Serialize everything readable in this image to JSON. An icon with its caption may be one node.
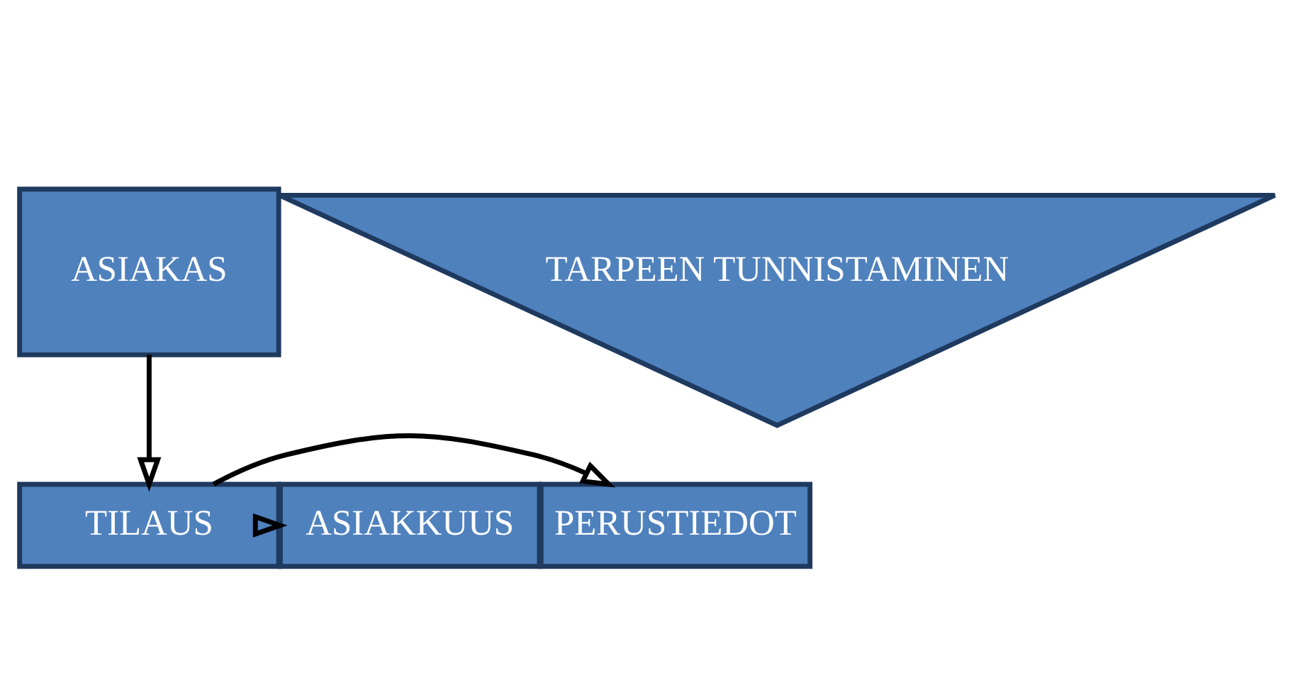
{
  "diagram": {
    "nodes": [
      {
        "text": [
          "ASIAKAS"
        ]
      },
      {
        "text": [
          "PERUSTIEDOT"
        ]
      },
      {
        "text": [
          "TILAUS"
        ]
      },
      {
        "text": [
          "ASIAKKUUS"
        ]
      },
      {
        "text": [
          "TARPEEN TUNNISTAMINEN"
        ]
      }
    ],
    "edges": [
      {
        "from": 0,
        "to": 2,
        "arrow": "to"
      },
      {
        "from": 2,
        "to": 1,
        "arrow": "to"
      },
      {
        "from": 2,
        "to": 3,
        "arrow": "to"
      }
    ]
  }
}
